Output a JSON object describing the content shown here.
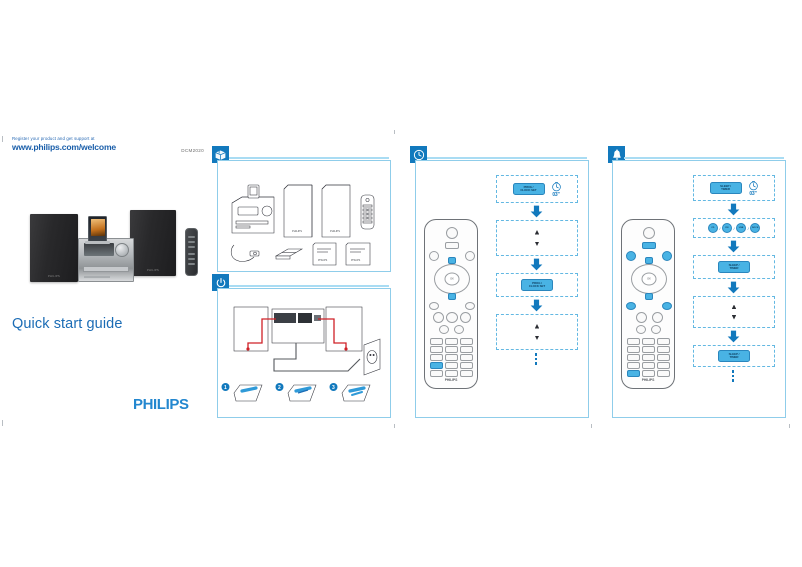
{
  "document": {
    "type": "quick-start-guide",
    "brand": "PHILIPS",
    "title": "Quick start guide",
    "register_line": "Register your product and get support at",
    "register_url": "www.philips.com/welcome",
    "model": "DCM2020"
  },
  "colors": {
    "brand_blue": "#2387cf",
    "badge_blue": "#1279bd",
    "panel_border": "#8fcdea",
    "key_blue": "#49b3e4",
    "rule_blue": "#a9dcf3",
    "title_blue": "#1b6cb5"
  },
  "panels": [
    {
      "id": "panel-box-contents",
      "badge_icon": "package-box-icon",
      "badge_label": "Box contents",
      "items": [
        {
          "name": "main-unit",
          "label": "Main unit with dock"
        },
        {
          "name": "speaker-left",
          "label": "Speaker"
        },
        {
          "name": "speaker-right",
          "label": "Speaker"
        },
        {
          "name": "remote-control",
          "label": "Remote control"
        },
        {
          "name": "fm-antenna",
          "label": "FM antenna"
        },
        {
          "name": "batteries",
          "label": "Batteries"
        },
        {
          "name": "user-manual",
          "label": "User manual"
        },
        {
          "name": "quick-start-guide-booklet",
          "label": "Quick start guide"
        }
      ]
    },
    {
      "id": "panel-connect-power",
      "badge_icon": "power-icon",
      "badge_label": "Connect and power on",
      "wiring_steps": [
        "1",
        "2",
        "3"
      ]
    },
    {
      "id": "panel-set-clock",
      "badge_icon": "clock-icon",
      "badge_label": "Set clock",
      "steps": [
        {
          "kind": "key-timer",
          "key": "PROG /\nCLOCK SET",
          "timer_icon": "stopwatch-icon",
          "timer_value": "03\""
        },
        {
          "kind": "nav",
          "up": "up-arrow-key",
          "down": "down-arrow-key"
        },
        {
          "kind": "key",
          "key": "PROG /\nCLOCK SET"
        },
        {
          "kind": "nav",
          "up": "up-arrow-key",
          "down": "down-arrow-key"
        },
        {
          "kind": "ellipsis"
        }
      ]
    },
    {
      "id": "panel-sleep-timer",
      "badge_icon": "bell-icon",
      "badge_label": "Set sleep timer / alarm",
      "steps": [
        {
          "kind": "key-timer",
          "key": "SLEEP /\nTIMER",
          "timer_icon": "stopwatch-icon",
          "timer_value": "03\""
        },
        {
          "kind": "sources",
          "options": [
            "CD",
            "FM",
            "USB",
            "DOCK"
          ],
          "separator": "/"
        },
        {
          "kind": "key",
          "key": "SLEEP /\nTIMER"
        },
        {
          "kind": "nav",
          "up": "up-arrow-key",
          "down": "down-arrow-key"
        },
        {
          "kind": "key",
          "key": "SLEEP /\nTIMER"
        },
        {
          "kind": "ellipsis"
        }
      ]
    }
  ],
  "remote": {
    "brand": "PHILIPS",
    "keys": {
      "power": "standby-power-key",
      "mute": "mute-key",
      "ok": "OK",
      "numeric": [
        "1",
        "2",
        "3",
        "4",
        "5",
        "6",
        "7",
        "8",
        "9",
        "0"
      ]
    }
  }
}
